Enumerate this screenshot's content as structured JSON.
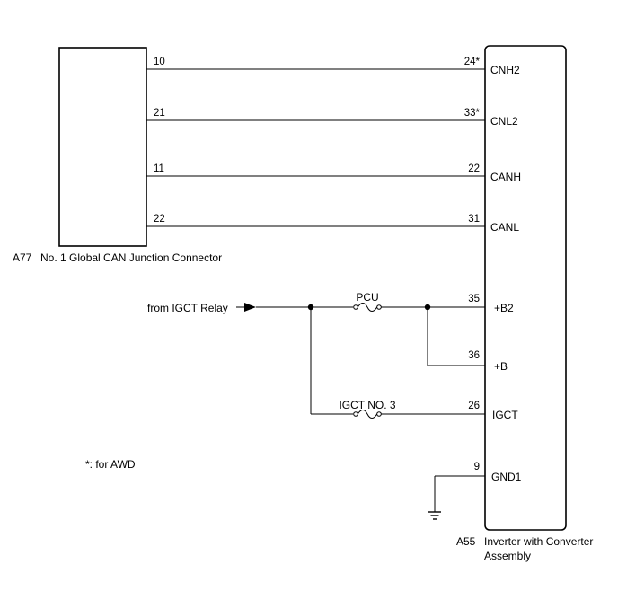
{
  "connector_a77": {
    "code": "A77",
    "name": "No. 1 Global CAN Junction Connector"
  },
  "component_a55": {
    "code": "A55",
    "name_line1": "Inverter with Converter",
    "name_line2": "Assembly"
  },
  "can_wires": [
    {
      "left_pin": "10",
      "right_pin": "24*",
      "terminal": "CNH2"
    },
    {
      "left_pin": "21",
      "right_pin": "33*",
      "terminal": "CNL2"
    },
    {
      "left_pin": "11",
      "right_pin": "22",
      "terminal": "CANH"
    },
    {
      "left_pin": "22",
      "right_pin": "31",
      "terminal": "CANL"
    }
  ],
  "power": {
    "source_label": "from IGCT Relay",
    "fuse_pcu": "PCU",
    "fuse_igct": "IGCT NO. 3",
    "b2_pin": "35",
    "b2_terminal": "+B2",
    "b_pin": "36",
    "b_terminal": "+B",
    "igct_pin": "26",
    "igct_terminal": "IGCT"
  },
  "ground": {
    "pin": "9",
    "terminal": "GND1"
  },
  "note": "*: for AWD",
  "colors": {
    "line": "#000000",
    "background": "#ffffff"
  },
  "icons": [
    "fuse-icon",
    "ground-icon",
    "arrow-icon",
    "junction-dot-icon"
  ]
}
